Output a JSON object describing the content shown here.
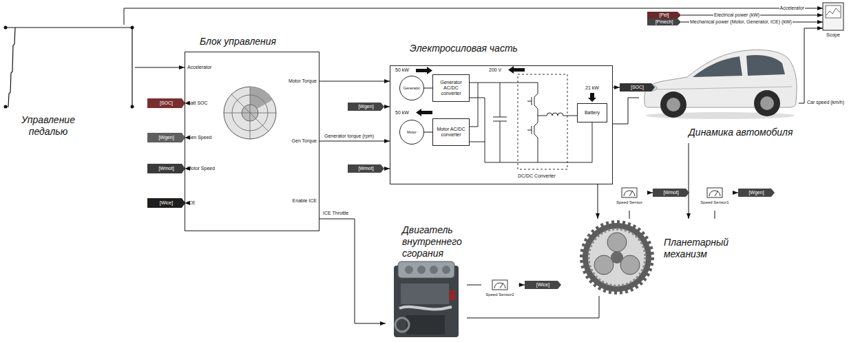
{
  "diagram": {
    "nodes": [
      {
        "text": [
          "Управление педалью"
        ]
      },
      {
        "text": [
          "Блок управления",
          "Accelerator",
          "Batt SOC",
          "Gen Speed",
          "Motor Speed",
          "ICE",
          "Motor Torque",
          "Gen Torque",
          "Enable ICE"
        ]
      },
      {
        "text": [
          "[SOC]"
        ]
      },
      {
        "text": [
          "[Wgen]"
        ]
      },
      {
        "text": [
          "[Wmot]"
        ]
      },
      {
        "text": [
          "[Wice]"
        ]
      },
      {
        "text": [
          "Электросиловая часть",
          "50 kW",
          "50 kW",
          "200 V",
          "21 kW",
          "DC/DC Converter"
        ]
      },
      {
        "text": [
          "Generator"
        ],
        "in": 6
      },
      {
        "text": [
          "Generator AC/DC converter"
        ],
        "in": 6
      },
      {
        "text": [
          "Motor"
        ],
        "in": 6
      },
      {
        "text": [
          "Motor AC/DC converter"
        ],
        "in": 6
      },
      {
        "text": [
          "Battery"
        ],
        "in": 6
      },
      {
        "text": [
          "[Wgen]"
        ]
      },
      {
        "text": [
          "[Wmot]"
        ]
      },
      {
        "text": [
          "[SOC]"
        ]
      },
      {
        "text": [
          "[Pel]"
        ]
      },
      {
        "text": [
          "[Pmech]"
        ]
      },
      {
        "text": [
          "Scope"
        ]
      },
      {
        "text": [
          "Динамика автомобиля"
        ]
      },
      {
        "text": [
          "Планетарный механизм"
        ]
      },
      {
        "text": [
          "Speed Sensor"
        ]
      },
      {
        "text": [
          "[Wmot]"
        ]
      },
      {
        "text": [
          "Speed Sensor1"
        ]
      },
      {
        "text": [
          "[Wgen]"
        ]
      },
      {
        "text": [
          "Двигатель внутреннего сгорания"
        ]
      },
      {
        "text": [
          "Speed Sensor2"
        ]
      },
      {
        "text": [
          "[Wice]"
        ]
      }
    ],
    "edges": [
      {
        "from": 0,
        "to": 1,
        "arrow": "to"
      },
      {
        "from": 0,
        "to": 17,
        "label": "Accelerator",
        "arrow": "to"
      },
      {
        "from": 2,
        "to": 1,
        "arrow": "to"
      },
      {
        "from": 3,
        "to": 1,
        "arrow": "to"
      },
      {
        "from": 4,
        "to": 1,
        "arrow": "to"
      },
      {
        "from": 5,
        "to": 1,
        "arrow": "to"
      },
      {
        "from": 1,
        "to": 6,
        "arrow": "to"
      },
      {
        "from": 1,
        "to": 6,
        "label": "Generator torque (rpm)",
        "arrow": "to"
      },
      {
        "from": 12,
        "to": 6,
        "arrow": "to"
      },
      {
        "from": 13,
        "to": 6,
        "arrow": "to"
      },
      {
        "from": 6,
        "to": 14,
        "arrow": "to"
      },
      {
        "from": 7,
        "to": 8,
        "arrow": "none"
      },
      {
        "from": 9,
        "to": 10,
        "arrow": "none"
      },
      {
        "from": 6,
        "to": 18,
        "arrow": "none"
      },
      {
        "from": 6,
        "to": 19,
        "arrow": "to"
      },
      {
        "from": 18,
        "to": 19,
        "arrow": "to"
      },
      {
        "from": 15,
        "to": 17,
        "label": "Electrical power (kW)",
        "arrow": "to"
      },
      {
        "from": 16,
        "to": 17,
        "label": "Mechanical power (Motor, Generator, ICE) (kW)",
        "arrow": "to"
      },
      {
        "from": 18,
        "to": 17,
        "label": "Car speed (km/h)",
        "arrow": "to"
      },
      {
        "from": 19,
        "to": 20,
        "arrow": "none"
      },
      {
        "from": 20,
        "to": 21,
        "arrow": "to"
      },
      {
        "from": 19,
        "to": 22,
        "arrow": "none"
      },
      {
        "from": 22,
        "to": 23,
        "arrow": "to"
      },
      {
        "from": 1,
        "to": 24,
        "label": "ICE Throttle",
        "arrow": "to"
      },
      {
        "from": 24,
        "to": 25,
        "arrow": "none"
      },
      {
        "from": 25,
        "to": 26,
        "arrow": "to"
      },
      {
        "from": 19,
        "to": 24,
        "arrow": "none"
      }
    ]
  }
}
